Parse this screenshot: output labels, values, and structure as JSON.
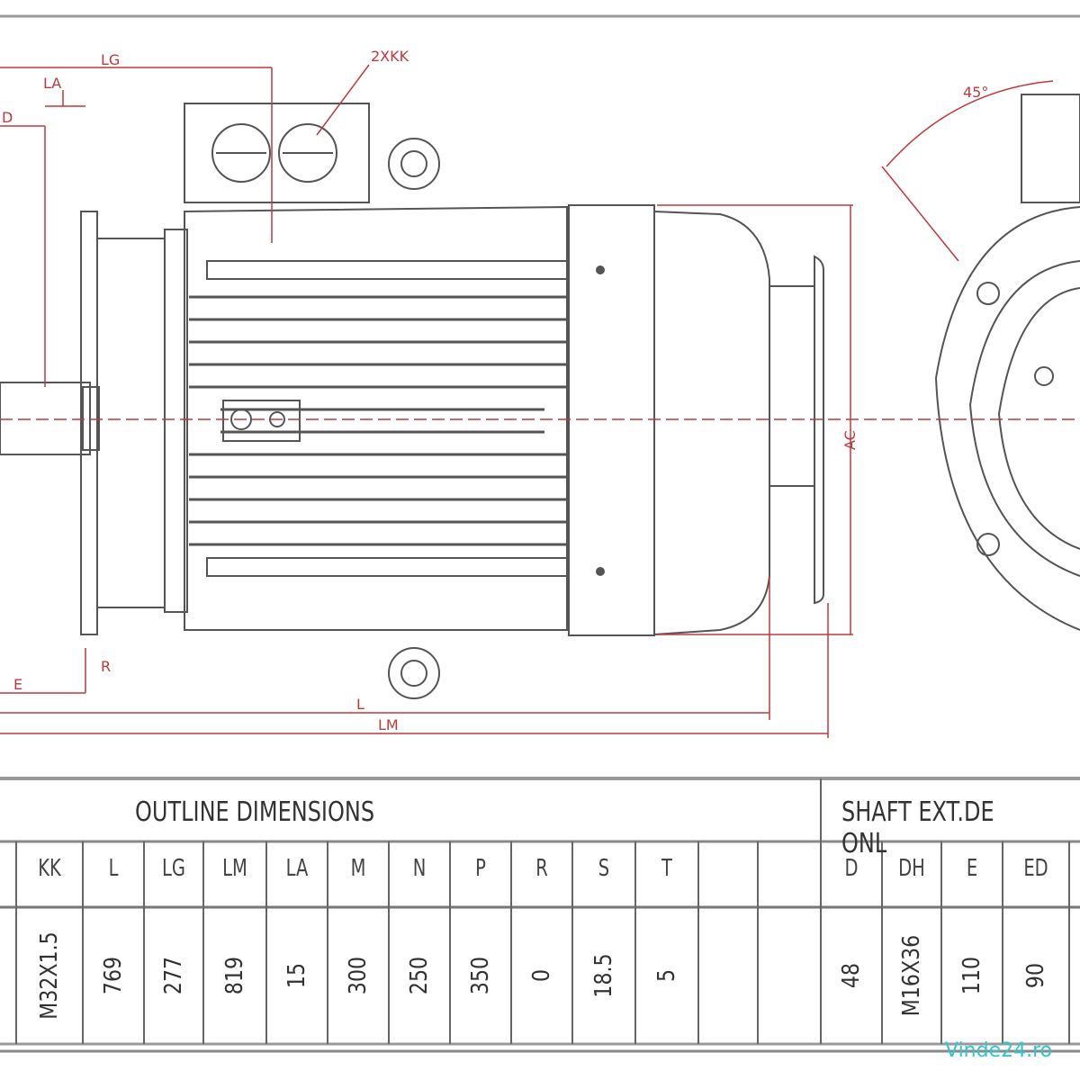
{
  "drawing": {
    "labels": {
      "lg": "LG",
      "la": "LA",
      "d": "D",
      "kk": "2XKK",
      "angle": "45°",
      "ac": "AC",
      "e": "E",
      "r": "R",
      "l": "L",
      "lm": "LM"
    }
  },
  "table": {
    "title_outline": "OUTLINE DIMENSIONS",
    "title_shaft": "SHAFT EXT.DE ONL",
    "columns": [
      {
        "header": "KK",
        "value": "M32X1.5"
      },
      {
        "header": "L",
        "value": "769"
      },
      {
        "header": "LG",
        "value": "277"
      },
      {
        "header": "LM",
        "value": "819"
      },
      {
        "header": "LA",
        "value": "15"
      },
      {
        "header": "M",
        "value": "300"
      },
      {
        "header": "N",
        "value": "250"
      },
      {
        "header": "P",
        "value": "350"
      },
      {
        "header": "R",
        "value": "0"
      },
      {
        "header": "S",
        "value": "18.5"
      },
      {
        "header": "T",
        "value": "5"
      },
      {
        "header": "D",
        "value": "48"
      },
      {
        "header": "DH",
        "value": "M16X36"
      },
      {
        "header": "E",
        "value": "110"
      },
      {
        "header": "ED",
        "value": "90"
      }
    ]
  },
  "watermark": "Vinde24.ro",
  "colors": {
    "line": "#555555",
    "dim": "#c0393b",
    "watermark": "#2ec7cf"
  }
}
